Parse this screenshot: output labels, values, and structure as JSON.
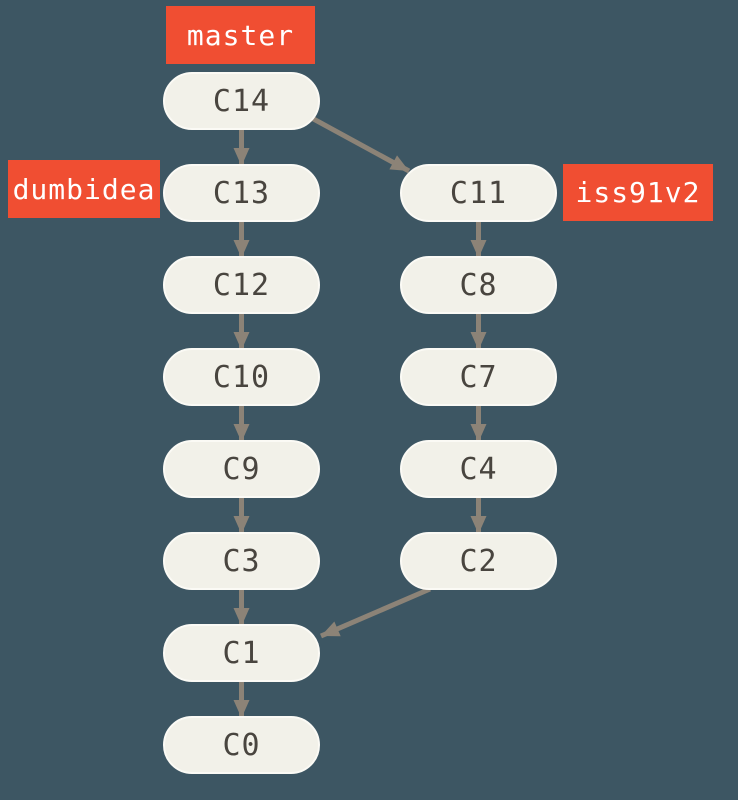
{
  "diagram": {
    "type": "git-commit-history-graph",
    "colors": {
      "background": "#3D5663",
      "branch_label_bg": "#F04E32",
      "branch_label_text": "#FFFFFF",
      "commit_fill": "#F2F1E9",
      "commit_text": "#49453F",
      "arrow": "#8C8377"
    },
    "branch_labels": [
      {
        "name": "master",
        "points_to": "C14"
      },
      {
        "name": "dumbidea",
        "points_to": "C13"
      },
      {
        "name": "iss91v2",
        "points_to": "C11"
      }
    ],
    "commits": [
      {
        "label": "C14"
      },
      {
        "label": "C13"
      },
      {
        "label": "C12"
      },
      {
        "label": "C10"
      },
      {
        "label": "C9"
      },
      {
        "label": "C3"
      },
      {
        "label": "C1"
      },
      {
        "label": "C0"
      },
      {
        "label": "C11"
      },
      {
        "label": "C8"
      },
      {
        "label": "C7"
      },
      {
        "label": "C4"
      },
      {
        "label": "C2"
      }
    ],
    "edges": [
      {
        "from": "C14",
        "to": "C13"
      },
      {
        "from": "C14",
        "to": "C11"
      },
      {
        "from": "C13",
        "to": "C12"
      },
      {
        "from": "C12",
        "to": "C10"
      },
      {
        "from": "C10",
        "to": "C9"
      },
      {
        "from": "C9",
        "to": "C3"
      },
      {
        "from": "C3",
        "to": "C1"
      },
      {
        "from": "C1",
        "to": "C0"
      },
      {
        "from": "C11",
        "to": "C8"
      },
      {
        "from": "C8",
        "to": "C7"
      },
      {
        "from": "C7",
        "to": "C4"
      },
      {
        "from": "C4",
        "to": "C2"
      },
      {
        "from": "C2",
        "to": "C1"
      }
    ]
  }
}
